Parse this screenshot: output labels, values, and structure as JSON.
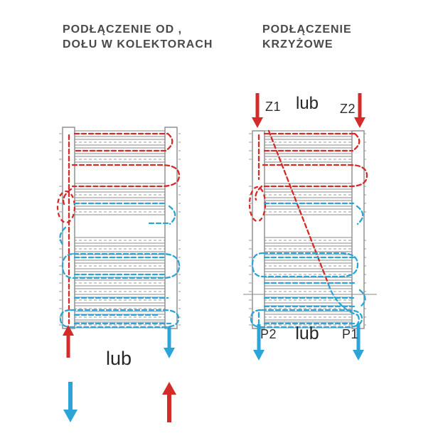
{
  "colors": {
    "supply": "#d52b28",
    "return": "#2ba4d8",
    "pipe": "#8a8a8a",
    "centerline": "#9b9b9b",
    "heading_text": "#4a4a4a",
    "label_text": "#2e2e2e",
    "background": "#ffffff"
  },
  "left_scheme": {
    "title_line1": "PODŁĄCZENIE OD ,",
    "title_line2": "DOŁU W KOLEKTORACH",
    "or_label": "lub"
  },
  "right_scheme": {
    "title_line1": "PODŁĄCZENIE",
    "title_line2": "KRZYŻOWE",
    "or_label_top": "lub",
    "or_label_bottom": "lub",
    "ports": {
      "top_left": "Z1",
      "top_right": "Z2",
      "bottom_left": "P2",
      "bottom_right": "P1"
    }
  }
}
